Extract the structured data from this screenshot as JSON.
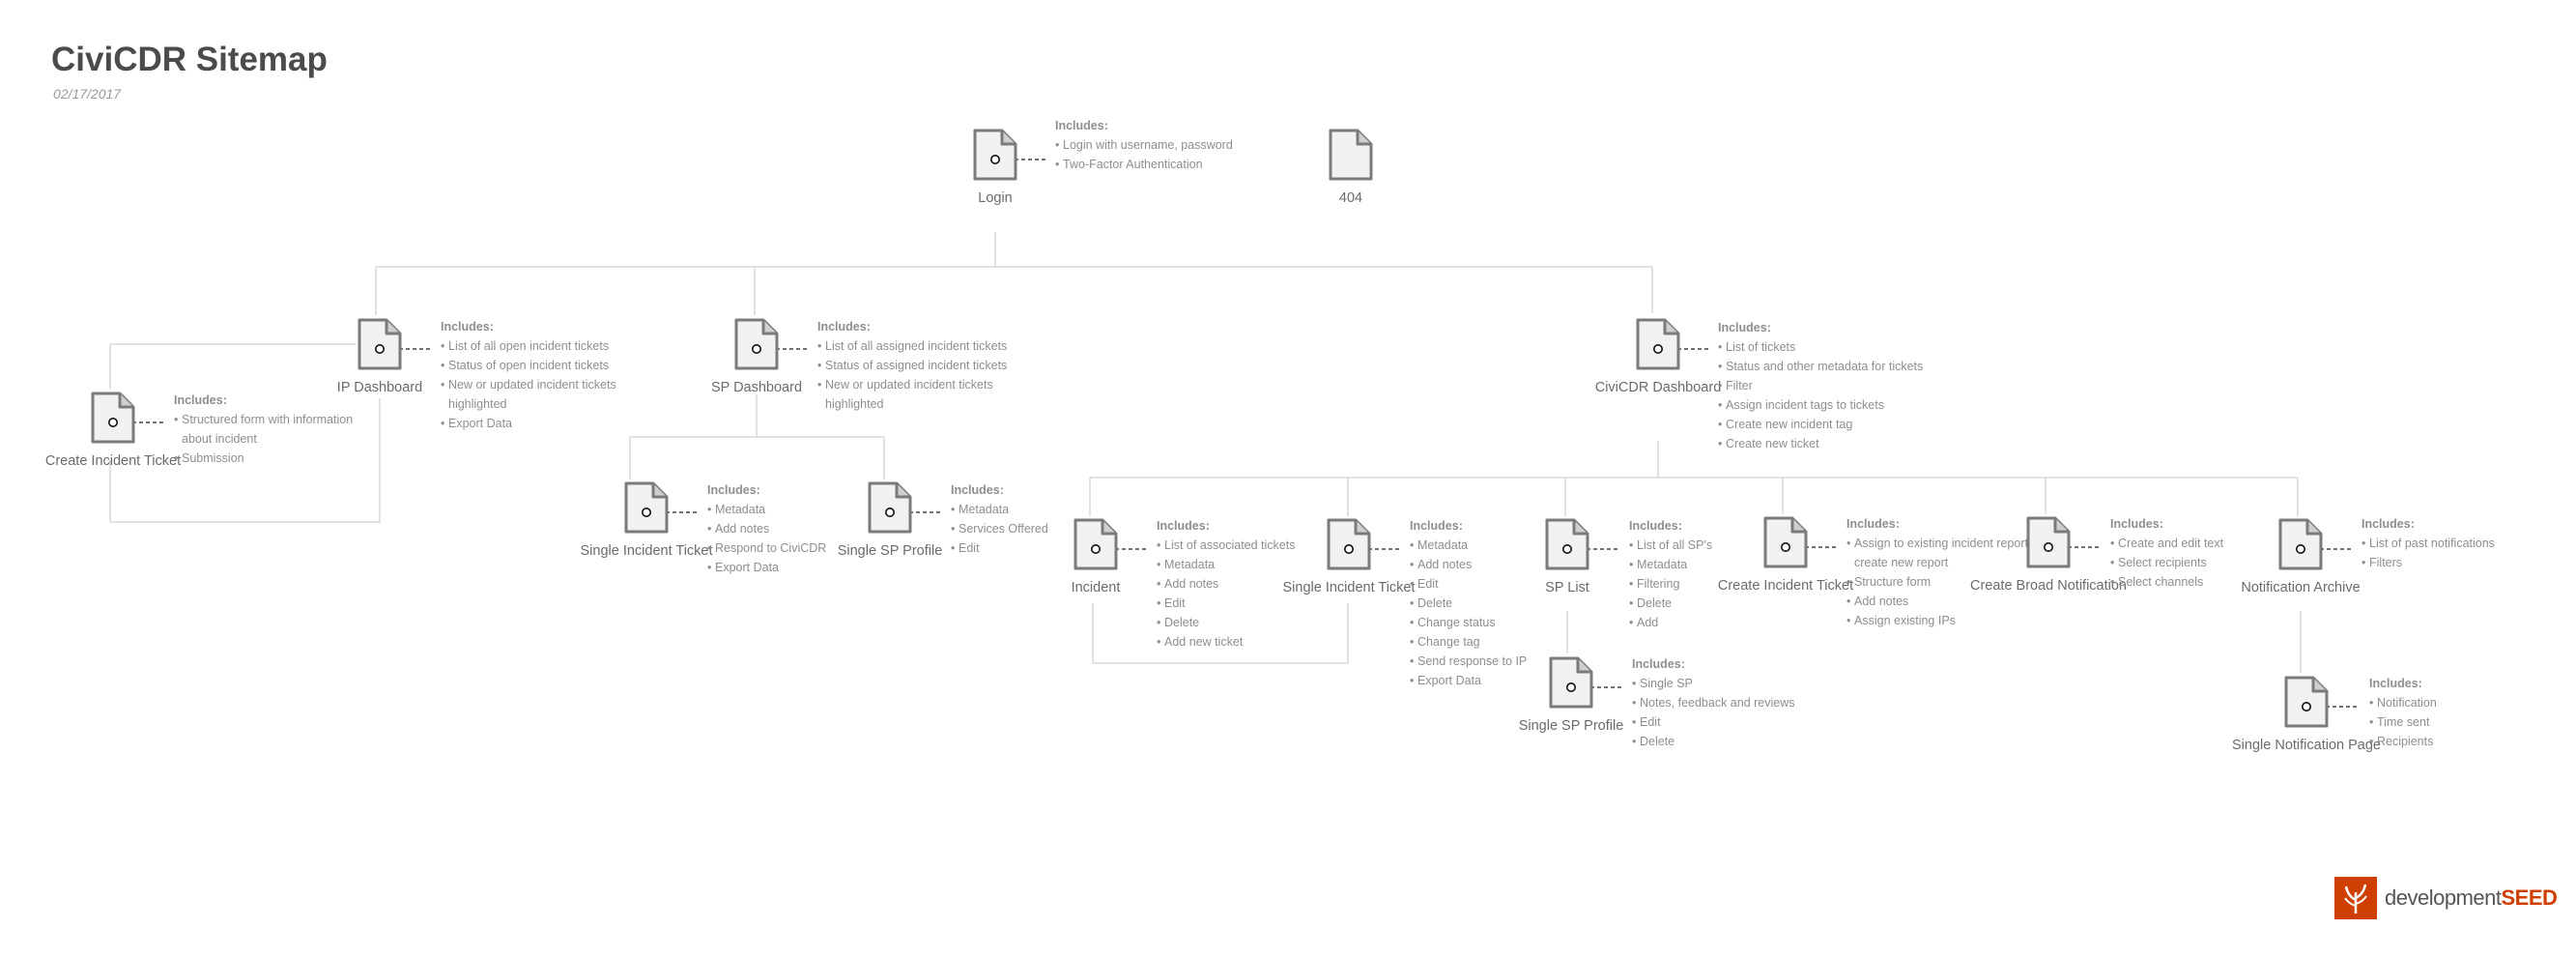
{
  "header": {
    "title": "CiviCDR Sitemap",
    "date": "02/17/2017"
  },
  "includes_label": "Includes:",
  "nodes": [
    {
      "id": "login",
      "label": "Login",
      "items": [
        "Login with username, password",
        "Two-Factor Authentication"
      ]
    },
    {
      "id": "not-found",
      "label": "404",
      "items": []
    },
    {
      "id": "ip-dashboard",
      "label": "IP Dashboard",
      "items": [
        "List of all open incident tickets",
        "Status of open incident tickets",
        "New or updated incident tickets highlighted",
        "Export Data"
      ]
    },
    {
      "id": "create-incident-ticket-ip",
      "label": "Create Incident Ticket",
      "items": [
        "Structured form with information about incident",
        "Submission"
      ]
    },
    {
      "id": "sp-dashboard",
      "label": "SP Dashboard",
      "items": [
        "List of all assigned incident tickets",
        "Status of assigned incident tickets",
        "New or updated incident tickets highlighted"
      ]
    },
    {
      "id": "single-incident-ticket-sp",
      "label": "Single Incident Ticket",
      "items": [
        "Metadata",
        "Add notes",
        "Respond to CiviCDR",
        "Export Data"
      ]
    },
    {
      "id": "single-sp-profile-sp",
      "label": "Single SP Profile",
      "items": [
        "Metadata",
        "Services Offered",
        "Edit"
      ]
    },
    {
      "id": "civicdr-dashboard",
      "label": "CiviCDR Dashboard",
      "items": [
        "List of tickets",
        "Status and other metadata for tickets",
        "Filter",
        "Assign incident tags to tickets",
        "Create new incident tag",
        "Create new ticket"
      ]
    },
    {
      "id": "incident",
      "label": "Incident",
      "items": [
        "List of associated tickets",
        "Metadata",
        "Add notes",
        "Edit",
        "Delete",
        "Add new ticket"
      ]
    },
    {
      "id": "single-incident-ticket-civi",
      "label": "Single Incident Ticket",
      "items": [
        "Metadata",
        "Add notes",
        "Edit",
        "Delete",
        "Change status",
        "Change tag",
        "Send response to IP",
        "Export Data"
      ]
    },
    {
      "id": "sp-list",
      "label": "SP List",
      "items": [
        "List of all SP's",
        "Metadata",
        "Filtering",
        "Delete",
        "Add"
      ]
    },
    {
      "id": "single-sp-profile-civi",
      "label": "Single SP Profile",
      "items": [
        "Single SP",
        "Notes, feedback and reviews",
        "Edit",
        "Delete"
      ]
    },
    {
      "id": "create-incident-ticket-civi",
      "label": "Create Incident Ticket",
      "items": [
        "Assign to existing incident report or create new report",
        "Structure form",
        "Add notes",
        "Assign existing IPs"
      ]
    },
    {
      "id": "create-broad-notification",
      "label": "Create Broad Notification",
      "items": [
        "Create and edit text",
        "Select recipients",
        "Select channels"
      ]
    },
    {
      "id": "notification-archive",
      "label": "Notification Archive",
      "items": [
        "List of past notifications",
        "Filters"
      ]
    },
    {
      "id": "single-notification-page",
      "label": "Single Notification Page",
      "items": [
        "Notification",
        "Time sent",
        "Recipients"
      ]
    }
  ],
  "logo": {
    "text_light": "development",
    "text_bold": "SEED",
    "brand_color": "#cf3f02"
  }
}
